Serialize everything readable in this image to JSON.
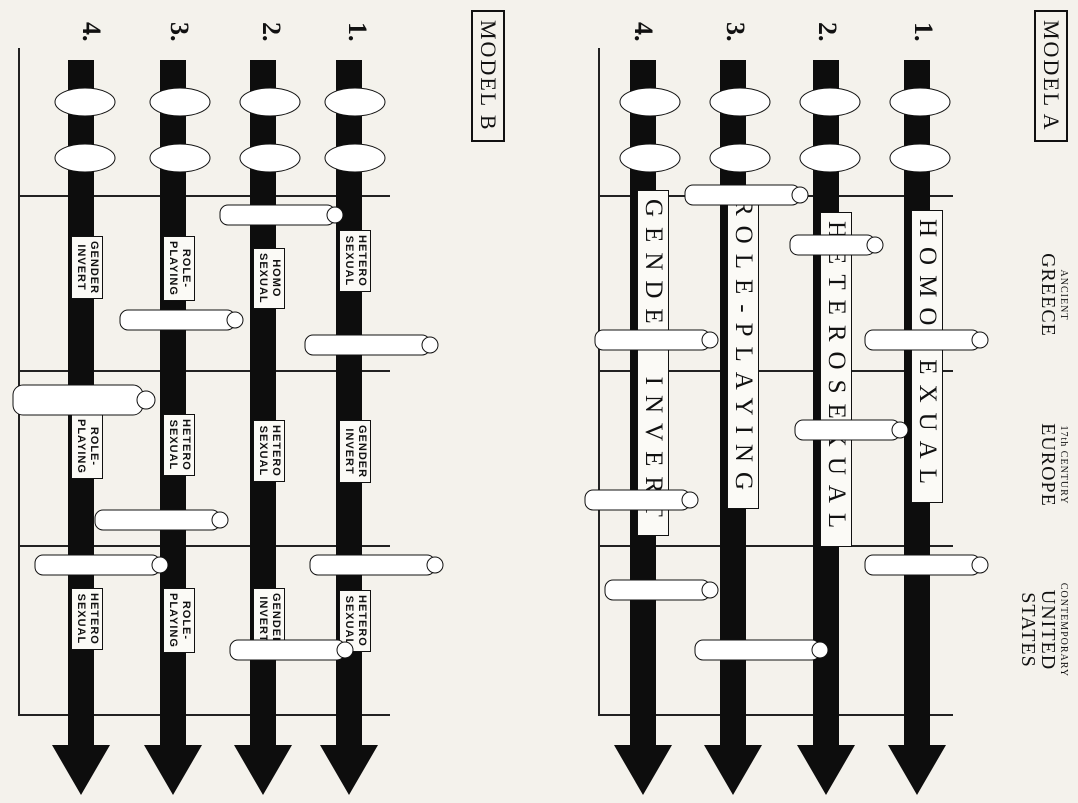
{
  "model_a": {
    "title": "MODEL A",
    "rows": [
      {
        "num": "1.",
        "label": "HOMOSEXUAL"
      },
      {
        "num": "2.",
        "label": "HETEROSEXUAL"
      },
      {
        "num": "3.",
        "label": "ROLE-PLAYING"
      },
      {
        "num": "4.",
        "label": "GENDER INVERT"
      }
    ]
  },
  "model_b": {
    "title": "MODEL B",
    "rows": [
      {
        "num": "1.",
        "labels": [
          "HETERO\nSEXUAL",
          "GENDER\nINVERT",
          "HETERO\nSEXUAL"
        ]
      },
      {
        "num": "2.",
        "labels": [
          "HOMO\nSEXUAL",
          "HETERO\nSEXUAL",
          "GENDER\nINVERT"
        ]
      },
      {
        "num": "3.",
        "labels": [
          "ROLE-\nPLAYING",
          "HETERO\nSEXUAL",
          "ROLE-\nPLAYING"
        ]
      },
      {
        "num": "4.",
        "labels": [
          "GENDER\nINVERT",
          "ROLE-\nPLAYING",
          "HETERO\nSEXUAL"
        ]
      }
    ]
  },
  "eras": [
    {
      "small": "ANCIENT",
      "large": "GREECE"
    },
    {
      "small": "17th CENTURY",
      "large": "EUROPE"
    },
    {
      "small": "CONTEMPORARY",
      "large": "UNITED STATES"
    }
  ]
}
